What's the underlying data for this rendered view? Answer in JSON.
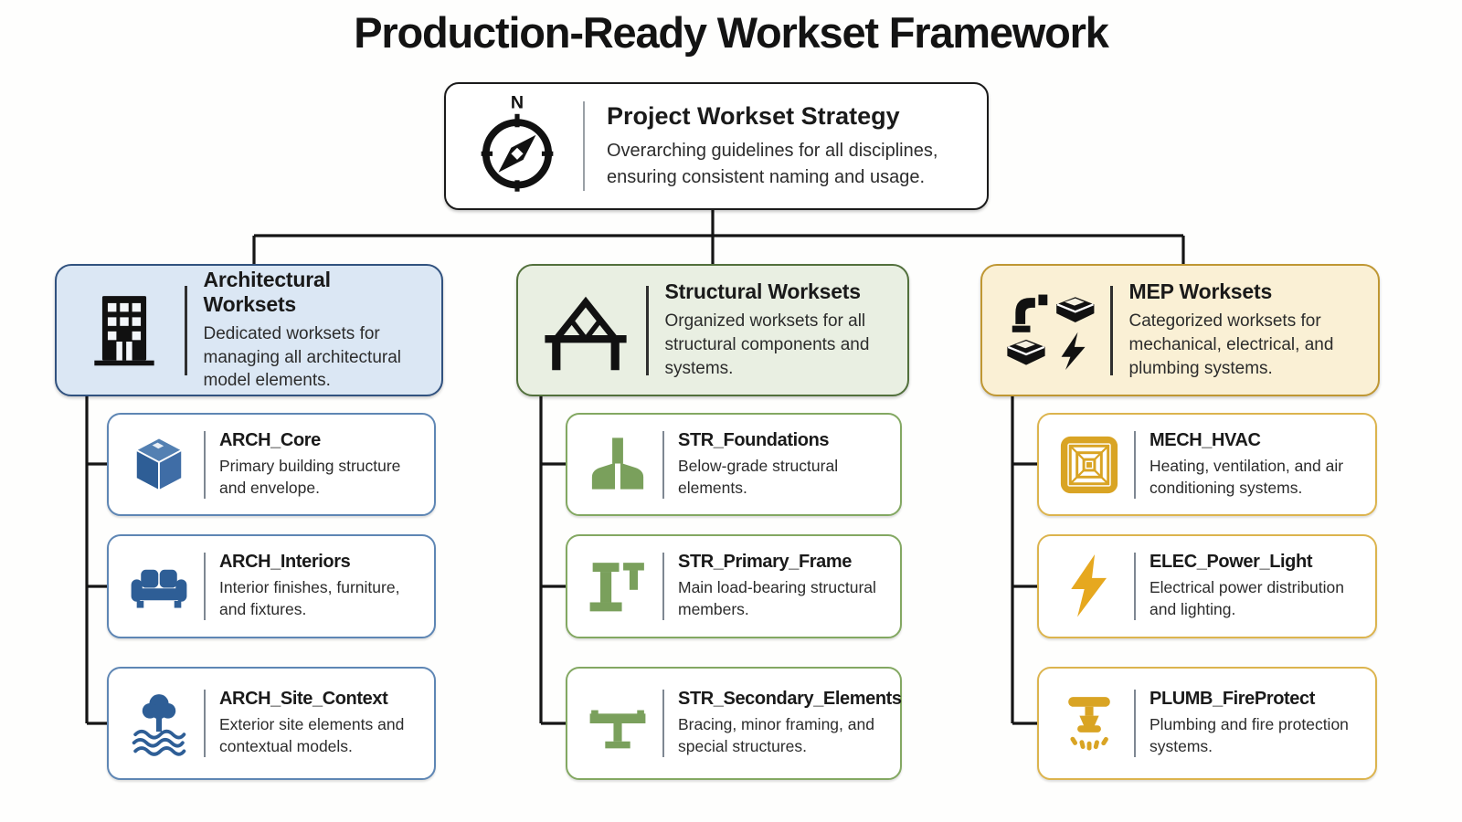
{
  "title": "Production-Ready Workset Framework",
  "root": {
    "icon": "compass-icon",
    "compass_label": "N",
    "title": "Project Workset Strategy",
    "description": "Overarching guidelines for all disciplines, ensuring consistent naming and usage."
  },
  "branches": [
    {
      "id": "architectural",
      "icon": "building-icon",
      "title": "Architectural Worksets",
      "description": "Dedicated worksets for managing all architectural model elements.",
      "colors": {
        "fill": "#dbe7f4",
        "border": "#31527f",
        "child_border": "#5e86b4",
        "icon": "#336399"
      },
      "children": [
        {
          "icon": "cube-icon",
          "title": "ARCH_Core",
          "description": "Primary building structure and envelope."
        },
        {
          "icon": "sofa-icon",
          "title": "ARCH_Interiors",
          "description": "Interior finishes, furniture, and fixtures."
        },
        {
          "icon": "tree-waves-icon",
          "title": "ARCH_Site_Context",
          "description": "Exterior site elements and contextual models."
        }
      ]
    },
    {
      "id": "structural",
      "icon": "truss-icon",
      "title": "Structural Worksets",
      "description": "Organized worksets for all structural components and systems.",
      "colors": {
        "fill": "#e9efe2",
        "border": "#52703c",
        "child_border": "#83a862",
        "icon": "#7aa05c"
      },
      "children": [
        {
          "icon": "foundation-icon",
          "title": "STR_Foundations",
          "description": "Below-grade structural elements."
        },
        {
          "icon": "i-beam-icon",
          "title": "STR_Primary_Frame",
          "description": "Main load-bearing structural members."
        },
        {
          "icon": "beam-tee-icon",
          "title": "STR_Secondary_Elements",
          "description": "Bracing, minor framing, and special structures."
        }
      ]
    },
    {
      "id": "mep",
      "icon": "mep-systems-icon",
      "title": "MEP Worksets",
      "description": "Categorized worksets for mechanical, electrical, and plumbing systems.",
      "colors": {
        "fill": "#faf0d5",
        "border": "#bf9733",
        "child_border": "#dcb44e",
        "icon": "#d9a424"
      },
      "children": [
        {
          "icon": "hvac-diffuser-icon",
          "title": "MECH_HVAC",
          "description": "Heating, ventilation, and air conditioning systems."
        },
        {
          "icon": "lightning-bolt-icon",
          "title": "ELEC_Power_Light",
          "description": "Electrical power distribution and lighting."
        },
        {
          "icon": "sprinkler-icon",
          "title": "PLUMB_FireProtect",
          "description": "Plumbing and fire protection systems."
        }
      ]
    }
  ]
}
